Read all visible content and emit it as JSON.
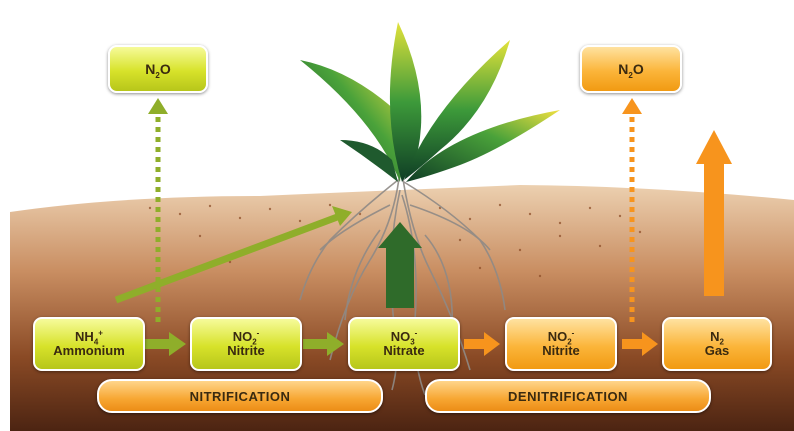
{
  "boxes": {
    "n2o_left": {
      "main": "N",
      "sub": "2",
      "tail": "O"
    },
    "n2o_right": {
      "main": "N",
      "sub": "2",
      "tail": "O"
    },
    "ammonium": {
      "formula": "NH",
      "sub": "4",
      "sup": "+",
      "label": "Ammonium"
    },
    "nitrite_left": {
      "formula": "NO",
      "sub": "2",
      "sup": "-",
      "label": "Nitrite"
    },
    "nitrate": {
      "formula": "NO",
      "sub": "3",
      "sup": "-",
      "label": "Nitrate"
    },
    "nitrite_right": {
      "formula": "NO",
      "sub": "2",
      "sup": "-",
      "label": "Nitrite"
    },
    "n2_gas": {
      "formula": "N",
      "sub": "2",
      "label": "Gas"
    }
  },
  "processes": {
    "nitrification": "NITRIFICATION",
    "denitrification": "DENITRIFICATION"
  },
  "colors": {
    "green_arrow": "#8fae2a",
    "dark_green_arrow": "#2f6b2a",
    "orange_arrow": "#f7941d",
    "soil_top": "#e8c7a3",
    "soil_bottom": "#5a2c16"
  }
}
